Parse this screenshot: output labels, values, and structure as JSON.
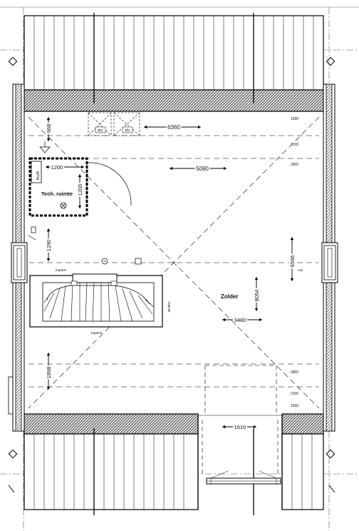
{
  "rooms": {
    "tech_room": "Tech. ruimte",
    "attic": "Zolder"
  },
  "dimensions": {
    "d6360": "6360",
    "d5090": "5090",
    "d1200_h": "1200",
    "d1200_v": "1200",
    "d968": "968",
    "d1290": "1290",
    "d6596": "6596",
    "d8054": "8054",
    "d3480": "3480",
    "d1898": "1898",
    "d1610": "1610"
  },
  "height_marks": {
    "h1500_top": "1500",
    "h2100_top": "2100",
    "h2800_top": "2800",
    "h2800_bot": "2800",
    "h2100_bot": "2100",
    "h1500_bot": "1500"
  },
  "annotations": {
    "wtw": "WTW",
    "mv1": "MV",
    "mv2": "MV",
    "traphek_top": "traphek",
    "traphek_bottom": "traphek",
    "traphek_side": "traphek",
    "nok": "nok"
  }
}
